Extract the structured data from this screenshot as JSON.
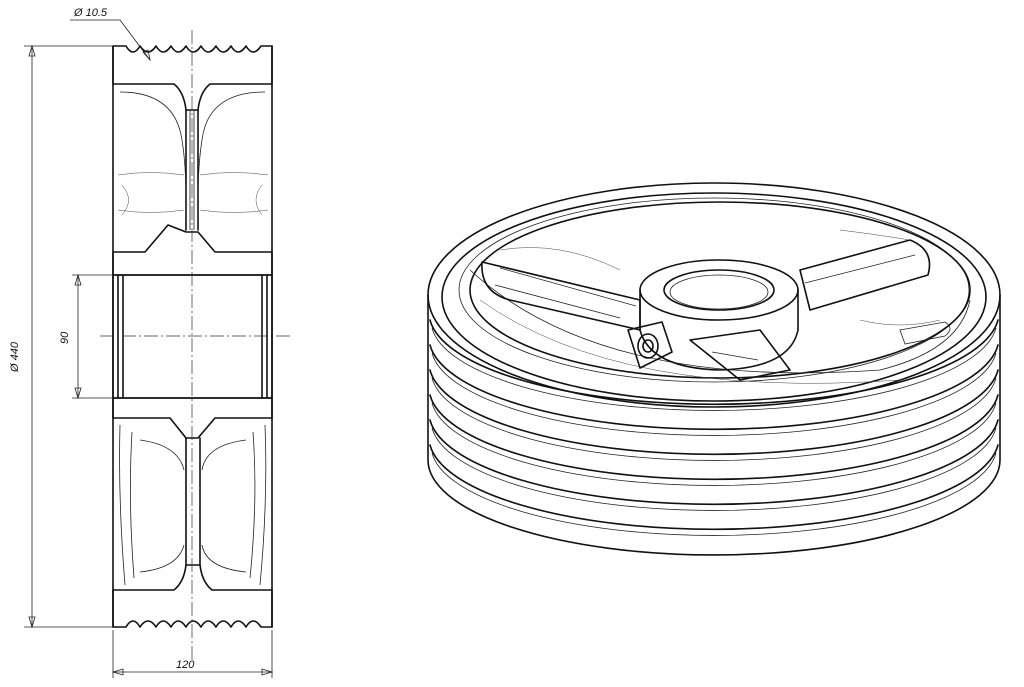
{
  "dimensions": {
    "groove_diameter": "Ø 10.5",
    "outer_diameter": "Ø 440",
    "bore": "90",
    "width": "120"
  },
  "colors": {
    "line": "#111111",
    "background": "#ffffff"
  }
}
